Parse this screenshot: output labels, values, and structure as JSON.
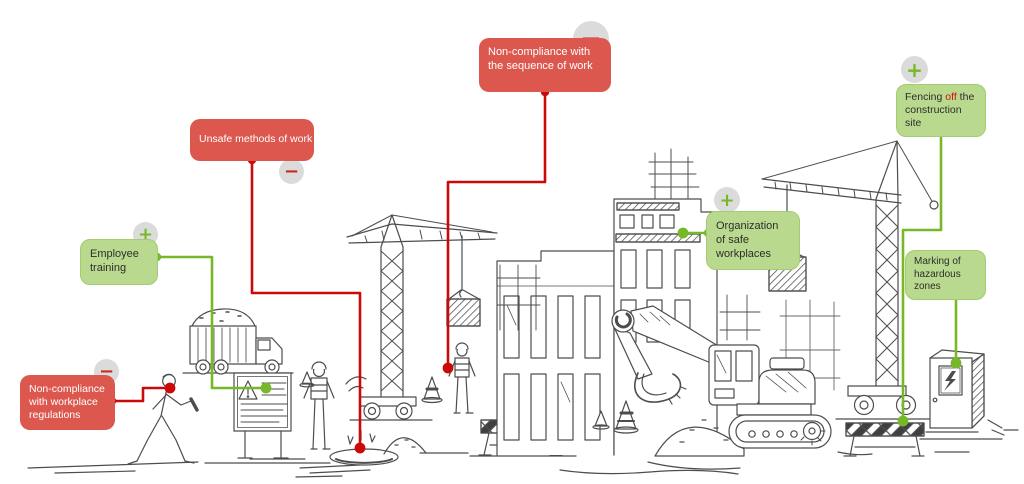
{
  "diagram": {
    "title": "Construction site safety diagram",
    "negative_line_color": "#cb0909",
    "positive_line_color": "#77b829",
    "negative_box_fill": "#dc584e",
    "positive_box_fill": "#b9da8e",
    "badge_fill": "#dbdbdb",
    "sketch_color": "#4d4d4d"
  },
  "icons": {
    "plus": "+",
    "minus": "−"
  },
  "callouts": {
    "sequence": {
      "text": "Non-compliance with the sequence of work",
      "sentiment": "negative",
      "icon": "minus"
    },
    "unsafe_methods": {
      "text": "Unsafe methods of work",
      "sentiment": "negative",
      "icon": "minus"
    },
    "workplace_regulations": {
      "text": "Non-compliance with workplace regulations",
      "sentiment": "negative",
      "icon": "minus"
    },
    "employee_training": {
      "text": "Employee training",
      "sentiment": "positive",
      "icon": "plus"
    },
    "safe_workplaces": {
      "text": "Organization of safe workplaces",
      "sentiment": "positive",
      "icon": "plus"
    },
    "fencing": {
      "text_before": "Fencing ",
      "text_highlight": "off",
      "text_after": " the construction site",
      "sentiment": "positive",
      "icon": "plus"
    },
    "hazardous_zones": {
      "text": "Marking of hazardous zones",
      "sentiment": "positive",
      "icon": "none"
    }
  },
  "scene": {
    "objects": [
      "dump-truck",
      "walking-worker",
      "information-stand",
      "worker-with-vest",
      "open-manhole",
      "tower-crane-left",
      "suspended-load",
      "worker-under-load",
      "buildings-under-construction",
      "excavator",
      "traffic-cones",
      "striped-barrier-left",
      "striped-barrier-right",
      "tower-crane-right",
      "crane-load",
      "electrical-cabinet",
      "gravel-piles"
    ]
  }
}
